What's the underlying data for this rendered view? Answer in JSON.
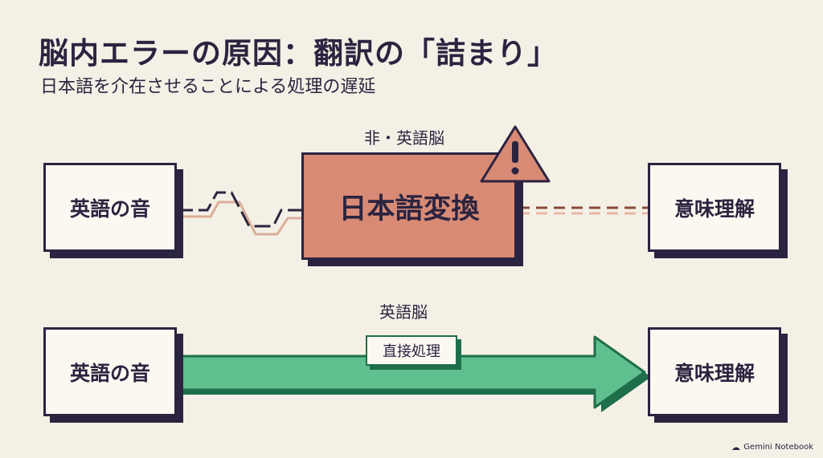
{
  "title": "脳内エラーの原因：翻訳の「詰まり」",
  "subtitle": "日本語を介在させることによる処理の遅延",
  "top_row": {
    "label": "非・英語脳",
    "source": "英語の音",
    "middle": "日本語変換",
    "target": "意味理解"
  },
  "bottom_row": {
    "label": "英語脳",
    "source": "英語の音",
    "middle": "直接処理",
    "target": "意味理解"
  },
  "footer": "Gemini Notebook",
  "colors": {
    "background": "#f4f0e6",
    "ink": "#2b2440",
    "conversion_block": "#d98a74",
    "warning": "#d98a74",
    "direct_arrow": "#5fbf8f",
    "direct_arrow_border": "#1f6e4a"
  }
}
